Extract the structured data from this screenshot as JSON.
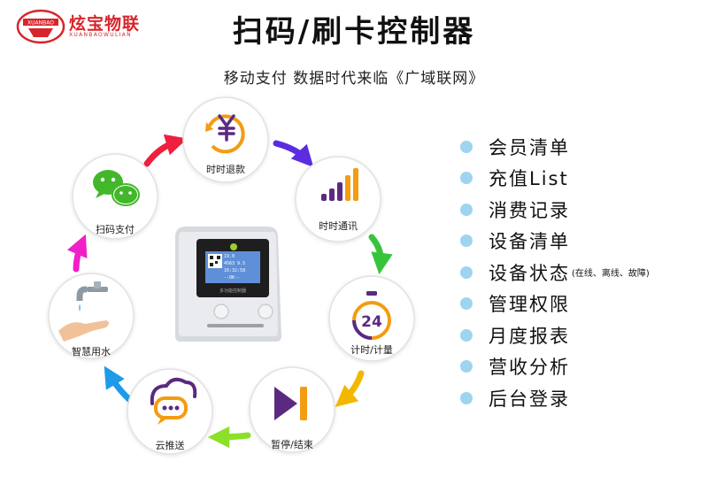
{
  "brand": {
    "name_cn": "炫宝物联",
    "name_en": "XUANBAOWULIAN",
    "badge_text": "XUANBAO"
  },
  "header": {
    "title": "扫码/刷卡控制器",
    "subtitle": "移动支付  数据时代来临《广域联网》"
  },
  "device": {
    "screen_lines": [
      "19.0",
      "4563 9.5",
      "16:32:58",
      "--OK--"
    ],
    "footer_text": "多功能控制器"
  },
  "cycle": [
    {
      "label": "时时退款",
      "icon": "yen-refund-icon"
    },
    {
      "label": "时时通讯",
      "icon": "signal-bars-icon"
    },
    {
      "label": "计时/计量",
      "icon": "stopwatch-24-icon"
    },
    {
      "label": "暂停/结束",
      "icon": "pause-stop-icon"
    },
    {
      "label": "云推送",
      "icon": "cloud-chat-icon"
    },
    {
      "label": "智慧用水",
      "icon": "faucet-hand-icon"
    },
    {
      "label": "扫码支付",
      "icon": "wechat-icon"
    }
  ],
  "features": [
    {
      "text": "会员清单",
      "note": ""
    },
    {
      "text": "充值List",
      "note": ""
    },
    {
      "text": "消费记录",
      "note": ""
    },
    {
      "text": "设备清单",
      "note": ""
    },
    {
      "text": "设备状态",
      "note": "(在线、离线、故障)"
    },
    {
      "text": "管理权限",
      "note": ""
    },
    {
      "text": "月度报表",
      "note": ""
    },
    {
      "text": "营收分析",
      "note": ""
    },
    {
      "text": "后台登录",
      "note": ""
    }
  ],
  "colors": {
    "brand_red": "#d8252b",
    "bullet": "#9ed4f0",
    "circle_border": "#e2e2e2",
    "icon_purple": "#5a2a82",
    "icon_orange": "#f39c12"
  }
}
